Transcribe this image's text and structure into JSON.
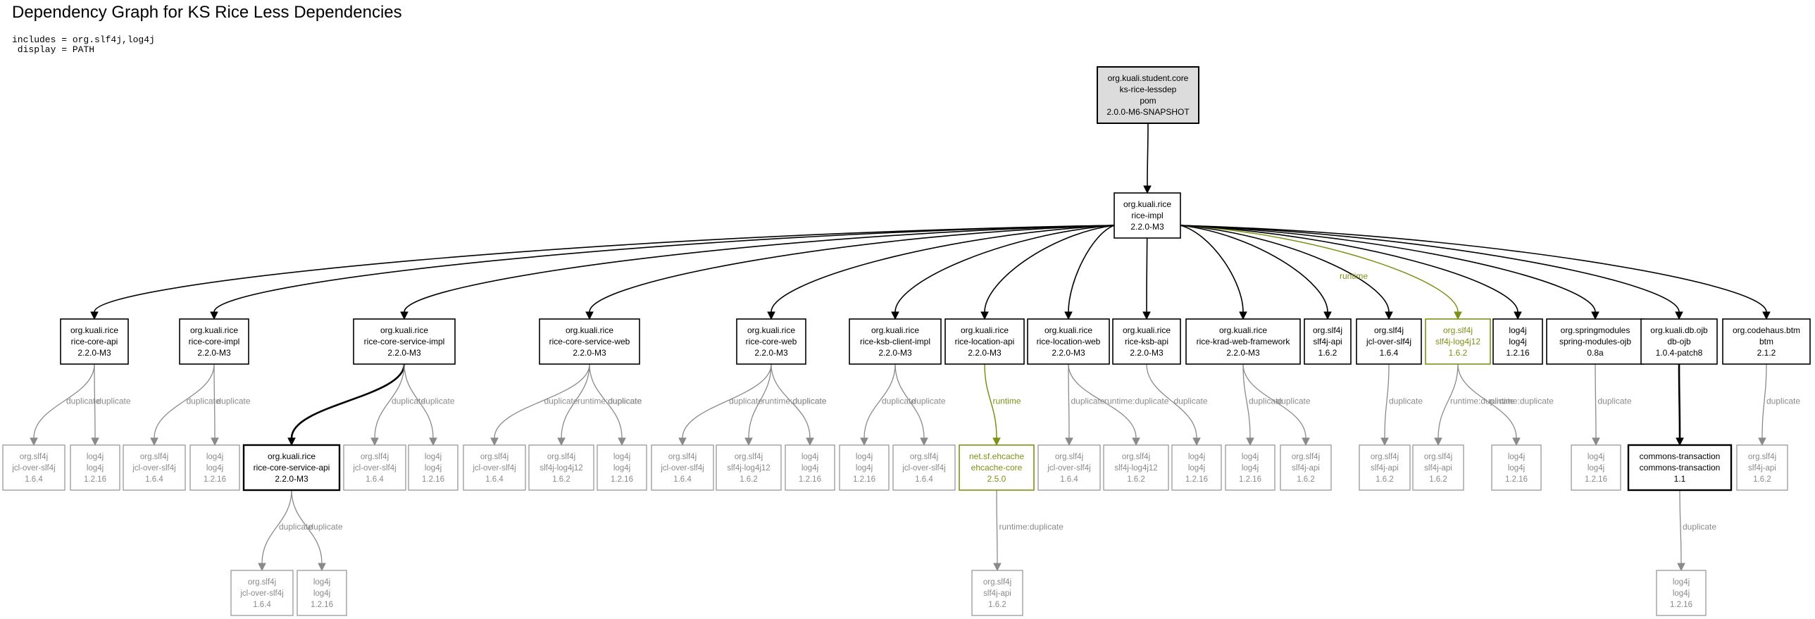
{
  "title": "Dependency Graph for KS Rice Less Dependencies",
  "meta": {
    "includes": "includes = org.slf4j,log4j",
    "display": " display = PATH"
  },
  "nodes": [
    {
      "id": "root",
      "lines": [
        "org.kuali.student.core",
        "ks-rice-lessdep",
        "pom",
        "2.0.0-M6-SNAPSHOT"
      ],
      "style": "root"
    },
    {
      "id": "impl",
      "lines": [
        "org.kuali.rice",
        "rice-impl",
        "2.2.0-M3"
      ],
      "style": "normal"
    },
    {
      "id": "capi",
      "lines": [
        "org.kuali.rice",
        "rice-core-api",
        "2.2.0-M3"
      ],
      "style": "normal"
    },
    {
      "id": "cimpl",
      "lines": [
        "org.kuali.rice",
        "rice-core-impl",
        "2.2.0-M3"
      ],
      "style": "normal"
    },
    {
      "id": "csimpl",
      "lines": [
        "org.kuali.rice",
        "rice-core-service-impl",
        "2.2.0-M3"
      ],
      "style": "normal"
    },
    {
      "id": "csweb",
      "lines": [
        "org.kuali.rice",
        "rice-core-service-web",
        "2.2.0-M3"
      ],
      "style": "normal"
    },
    {
      "id": "cweb",
      "lines": [
        "org.kuali.rice",
        "rice-core-web",
        "2.2.0-M3"
      ],
      "style": "normal"
    },
    {
      "id": "ksbclient",
      "lines": [
        "org.kuali.rice",
        "rice-ksb-client-impl",
        "2.2.0-M3"
      ],
      "style": "normal"
    },
    {
      "id": "locapi",
      "lines": [
        "org.kuali.rice",
        "rice-location-api",
        "2.2.0-M3"
      ],
      "style": "normal"
    },
    {
      "id": "locweb",
      "lines": [
        "org.kuali.rice",
        "rice-location-web",
        "2.2.0-M3"
      ],
      "style": "normal"
    },
    {
      "id": "ksbapi",
      "lines": [
        "org.kuali.rice",
        "rice-ksb-api",
        "2.2.0-M3"
      ],
      "style": "normal"
    },
    {
      "id": "krad",
      "lines": [
        "org.kuali.rice",
        "rice-krad-web-framework",
        "2.2.0-M3"
      ],
      "style": "normal"
    },
    {
      "id": "slf4japi",
      "lines": [
        "org.slf4j",
        "slf4j-api",
        "1.6.2"
      ],
      "style": "normal"
    },
    {
      "id": "jcl",
      "lines": [
        "org.slf4j",
        "jcl-over-slf4j",
        "1.6.4"
      ],
      "style": "normal"
    },
    {
      "id": "slflog",
      "lines": [
        "org.slf4j",
        "slf4j-log4j12",
        "1.6.2"
      ],
      "style": "runtime"
    },
    {
      "id": "log4j",
      "lines": [
        "log4j",
        "log4j",
        "1.2.16"
      ],
      "style": "normal"
    },
    {
      "id": "spring",
      "lines": [
        "org.springmodules",
        "spring-modules-ojb",
        "0.8a"
      ],
      "style": "normal"
    },
    {
      "id": "ojb",
      "lines": [
        "org.kuali.db.ojb",
        "db-ojb",
        "1.0.4-patch8"
      ],
      "style": "normal"
    },
    {
      "id": "btm",
      "lines": [
        "org.codehaus.btm",
        "btm",
        "2.1.2"
      ],
      "style": "normal"
    },
    {
      "id": "csapi",
      "lines": [
        "org.kuali.rice",
        "rice-core-service-api",
        "2.2.0-M3"
      ],
      "style": "bold"
    },
    {
      "id": "ehcache",
      "lines": [
        "net.sf.ehcache",
        "ehcache-core",
        "2.5.0"
      ],
      "style": "runtime"
    },
    {
      "id": "ctx",
      "lines": [
        "commons-transaction",
        "commons-transaction",
        "1.1"
      ],
      "style": "bold"
    },
    {
      "id": "d1",
      "lines": [
        "org.slf4j",
        "jcl-over-slf4j",
        "1.6.4"
      ],
      "style": "dup"
    },
    {
      "id": "d2",
      "lines": [
        "log4j",
        "log4j",
        "1.2.16"
      ],
      "style": "dup"
    },
    {
      "id": "d3",
      "lines": [
        "org.slf4j",
        "jcl-over-slf4j",
        "1.6.4"
      ],
      "style": "dup"
    },
    {
      "id": "d4",
      "lines": [
        "log4j",
        "log4j",
        "1.2.16"
      ],
      "style": "dup"
    },
    {
      "id": "d5",
      "lines": [
        "org.slf4j",
        "jcl-over-slf4j",
        "1.6.4"
      ],
      "style": "dup"
    },
    {
      "id": "d6",
      "lines": [
        "log4j",
        "log4j",
        "1.2.16"
      ],
      "style": "dup"
    },
    {
      "id": "d7",
      "lines": [
        "org.slf4j",
        "jcl-over-slf4j",
        "1.6.4"
      ],
      "style": "dup"
    },
    {
      "id": "d8",
      "lines": [
        "org.slf4j",
        "slf4j-log4j12",
        "1.6.2"
      ],
      "style": "dup"
    },
    {
      "id": "d9",
      "lines": [
        "log4j",
        "log4j",
        "1.2.16"
      ],
      "style": "dup"
    },
    {
      "id": "d10",
      "lines": [
        "org.slf4j",
        "jcl-over-slf4j",
        "1.6.4"
      ],
      "style": "dup"
    },
    {
      "id": "d11",
      "lines": [
        "org.slf4j",
        "slf4j-log4j12",
        "1.6.2"
      ],
      "style": "dup"
    },
    {
      "id": "d12",
      "lines": [
        "log4j",
        "log4j",
        "1.2.16"
      ],
      "style": "dup"
    },
    {
      "id": "d13",
      "lines": [
        "log4j",
        "log4j",
        "1.2.16"
      ],
      "style": "dup"
    },
    {
      "id": "d14",
      "lines": [
        "org.slf4j",
        "jcl-over-slf4j",
        "1.6.4"
      ],
      "style": "dup"
    },
    {
      "id": "d15",
      "lines": [
        "org.slf4j",
        "jcl-over-slf4j",
        "1.6.4"
      ],
      "style": "dup"
    },
    {
      "id": "d16",
      "lines": [
        "org.slf4j",
        "slf4j-log4j12",
        "1.6.2"
      ],
      "style": "dup"
    },
    {
      "id": "d17",
      "lines": [
        "log4j",
        "log4j",
        "1.2.16"
      ],
      "style": "dup"
    },
    {
      "id": "d18",
      "lines": [
        "log4j",
        "log4j",
        "1.2.16"
      ],
      "style": "dup"
    },
    {
      "id": "d19",
      "lines": [
        "org.slf4j",
        "slf4j-api",
        "1.6.2"
      ],
      "style": "dup"
    },
    {
      "id": "d20",
      "lines": [
        "org.slf4j",
        "slf4j-api",
        "1.6.2"
      ],
      "style": "dup"
    },
    {
      "id": "d21",
      "lines": [
        "org.slf4j",
        "slf4j-api",
        "1.6.2"
      ],
      "style": "dup"
    },
    {
      "id": "d22",
      "lines": [
        "log4j",
        "log4j",
        "1.2.16"
      ],
      "style": "dup"
    },
    {
      "id": "d23",
      "lines": [
        "log4j",
        "log4j",
        "1.2.16"
      ],
      "style": "dup"
    },
    {
      "id": "d24",
      "lines": [
        "org.slf4j",
        "slf4j-api",
        "1.6.2"
      ],
      "style": "dup"
    },
    {
      "id": "d25",
      "lines": [
        "org.slf4j",
        "jcl-over-slf4j",
        "1.6.4"
      ],
      "style": "dup"
    },
    {
      "id": "d26",
      "lines": [
        "log4j",
        "log4j",
        "1.2.16"
      ],
      "style": "dup"
    },
    {
      "id": "d27",
      "lines": [
        "org.slf4j",
        "slf4j-api",
        "1.6.2"
      ],
      "style": "dup"
    },
    {
      "id": "d28",
      "lines": [
        "log4j",
        "log4j",
        "1.2.16"
      ],
      "style": "dup"
    }
  ],
  "edges": [
    {
      "from": "root",
      "to": "impl",
      "style": "normal",
      "label": ""
    },
    {
      "from": "impl",
      "to": "capi",
      "style": "normal",
      "label": ""
    },
    {
      "from": "impl",
      "to": "cimpl",
      "style": "normal",
      "label": ""
    },
    {
      "from": "impl",
      "to": "csimpl",
      "style": "normal",
      "label": ""
    },
    {
      "from": "impl",
      "to": "csweb",
      "style": "normal",
      "label": ""
    },
    {
      "from": "impl",
      "to": "cweb",
      "style": "normal",
      "label": ""
    },
    {
      "from": "impl",
      "to": "ksbclient",
      "style": "normal",
      "label": ""
    },
    {
      "from": "impl",
      "to": "locapi",
      "style": "normal",
      "label": ""
    },
    {
      "from": "impl",
      "to": "locweb",
      "style": "normal",
      "label": ""
    },
    {
      "from": "impl",
      "to": "ksbapi",
      "style": "normal",
      "label": ""
    },
    {
      "from": "impl",
      "to": "krad",
      "style": "normal",
      "label": ""
    },
    {
      "from": "impl",
      "to": "slf4japi",
      "style": "normal",
      "label": ""
    },
    {
      "from": "impl",
      "to": "jcl",
      "style": "normal",
      "label": ""
    },
    {
      "from": "impl",
      "to": "slflog",
      "style": "runtime",
      "label": "runtime"
    },
    {
      "from": "impl",
      "to": "log4j",
      "style": "normal",
      "label": ""
    },
    {
      "from": "impl",
      "to": "spring",
      "style": "normal",
      "label": ""
    },
    {
      "from": "impl",
      "to": "ojb",
      "style": "normal",
      "label": ""
    },
    {
      "from": "impl",
      "to": "btm",
      "style": "normal",
      "label": ""
    },
    {
      "from": "capi",
      "to": "d1",
      "style": "dup",
      "label": "duplicate"
    },
    {
      "from": "capi",
      "to": "d2",
      "style": "dup",
      "label": "duplicate"
    },
    {
      "from": "cimpl",
      "to": "d3",
      "style": "dup",
      "label": "duplicate"
    },
    {
      "from": "cimpl",
      "to": "d4",
      "style": "dup",
      "label": "duplicate"
    },
    {
      "from": "csimpl",
      "to": "csapi",
      "style": "bold",
      "label": ""
    },
    {
      "from": "csimpl",
      "to": "d5",
      "style": "dup",
      "label": "duplicate"
    },
    {
      "from": "csimpl",
      "to": "d6",
      "style": "dup",
      "label": "duplicate"
    },
    {
      "from": "csweb",
      "to": "d7",
      "style": "dup",
      "label": "duplicate"
    },
    {
      "from": "csweb",
      "to": "d8",
      "style": "dup",
      "label": "runtime:duplicate"
    },
    {
      "from": "csweb",
      "to": "d9",
      "style": "dup",
      "label": "duplicate"
    },
    {
      "from": "cweb",
      "to": "d10",
      "style": "dup",
      "label": "duplicate"
    },
    {
      "from": "cweb",
      "to": "d11",
      "style": "dup",
      "label": "runtime:duplicate"
    },
    {
      "from": "cweb",
      "to": "d12",
      "style": "dup",
      "label": "duplicate"
    },
    {
      "from": "ksbclient",
      "to": "d13",
      "style": "dup",
      "label": "duplicate"
    },
    {
      "from": "ksbclient",
      "to": "d14",
      "style": "dup",
      "label": "duplicate"
    },
    {
      "from": "locapi",
      "to": "ehcache",
      "style": "runtime",
      "label": "runtime"
    },
    {
      "from": "locweb",
      "to": "d15",
      "style": "dup",
      "label": "duplicate"
    },
    {
      "from": "locweb",
      "to": "d16",
      "style": "dup",
      "label": "runtime:duplicate"
    },
    {
      "from": "ksbapi",
      "to": "d17",
      "style": "dup",
      "label": "duplicate"
    },
    {
      "from": "krad",
      "to": "d18",
      "style": "dup",
      "label": "duplicate"
    },
    {
      "from": "krad",
      "to": "d19",
      "style": "dup",
      "label": "duplicate"
    },
    {
      "from": "jcl",
      "to": "d20",
      "style": "dup",
      "label": "duplicate"
    },
    {
      "from": "slflog",
      "to": "d21",
      "style": "dup",
      "label": "runtime:duplicate"
    },
    {
      "from": "slflog",
      "to": "d22",
      "style": "dup",
      "label": "runtime:duplicate"
    },
    {
      "from": "spring",
      "to": "d23",
      "style": "dup",
      "label": "duplicate"
    },
    {
      "from": "ojb",
      "to": "ctx",
      "style": "bold",
      "label": ""
    },
    {
      "from": "btm",
      "to": "d24",
      "style": "dup",
      "label": "duplicate"
    },
    {
      "from": "csapi",
      "to": "d25",
      "style": "dup",
      "label": "duplicate"
    },
    {
      "from": "csapi",
      "to": "d26",
      "style": "dup",
      "label": "duplicate"
    },
    {
      "from": "ehcache",
      "to": "d27",
      "style": "dup",
      "label": "runtime:duplicate"
    },
    {
      "from": "ctx",
      "to": "d28",
      "style": "dup",
      "label": "duplicate"
    }
  ]
}
